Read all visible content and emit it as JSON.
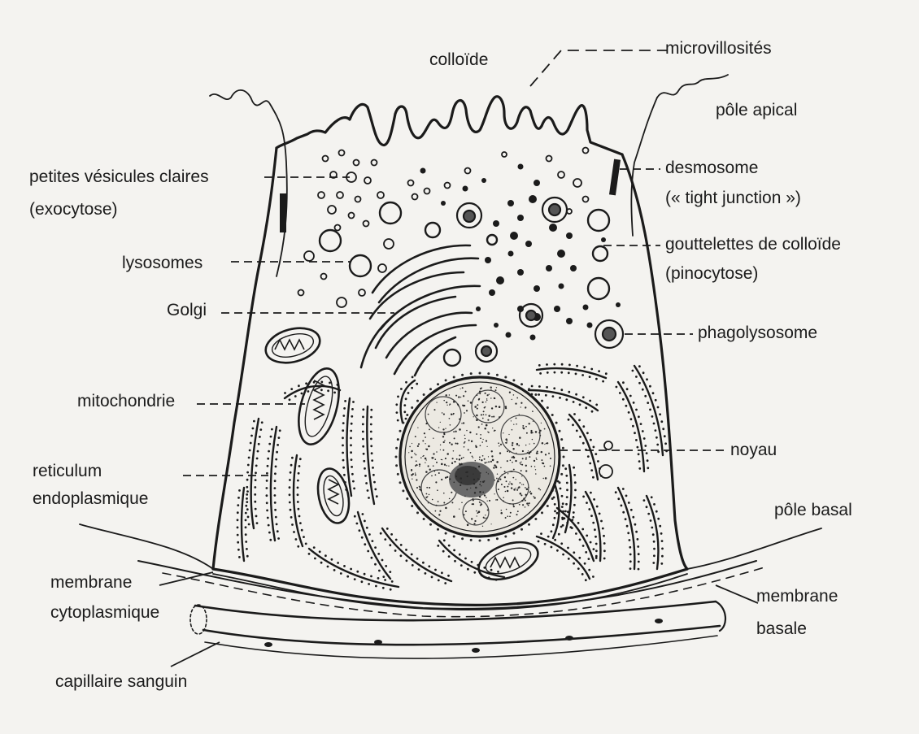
{
  "labels": {
    "colloide": "colloïde",
    "microvillosites": "microvillosités",
    "pole_apical": "pôle apical",
    "petites_vesicules_claires": "petites vésicules claires",
    "exocytose": "(exocytose)",
    "desmosome": "desmosome",
    "tight_junction": "(« tight junction »)",
    "lysosomes": "lysosomes",
    "gouttelettes_de_colloide": "gouttelettes de colloïde",
    "pinocytose": "(pinocytose)",
    "golgi": "Golgi",
    "phagolysosome": "phagolysosome",
    "mitochondrie": "mitochondrie",
    "noyau": "noyau",
    "reticulum": "reticulum",
    "endoplasmique": "endoplasmique",
    "pole_basal": "pôle basal",
    "membrane_cyto_1": "membrane",
    "membrane_cyto_2": "cytoplasmique",
    "membrane_basale_1": "membrane",
    "membrane_basale_2": "basale",
    "capillaire_sanguin": "capillaire sanguin"
  },
  "colors": {
    "ink": "#1b1b1b",
    "paper": "#f4f3f0"
  }
}
